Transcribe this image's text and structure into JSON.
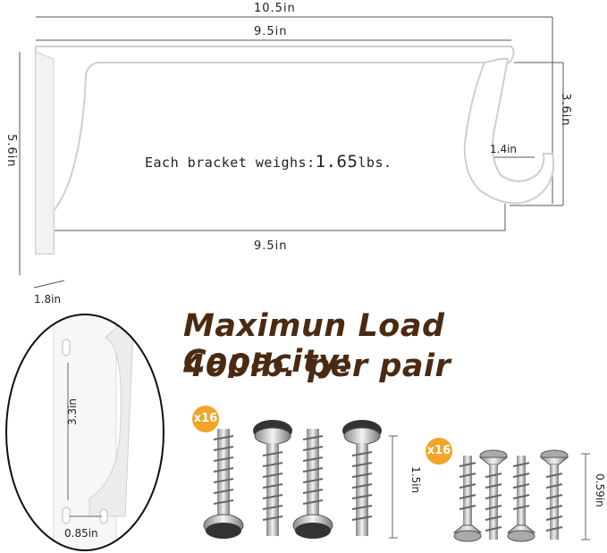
{
  "dimensions": {
    "overall_width": "10.5in",
    "top_arm": "9.5in",
    "bottom_arm": "9.5in",
    "height": "5.6in",
    "hook_drop": "3.6in",
    "hook_width": "1.4in",
    "depth": "1.8in",
    "slot_height": "3.3in",
    "slot_width": "0.85in"
  },
  "weight": {
    "prefix": "Each bracket weighs:",
    "value": "1.65",
    "unit": "lbs."
  },
  "load": {
    "line1": "Maximun Load Capacity:",
    "line2": "400lb. per pair"
  },
  "hardware": {
    "large_screws": {
      "count": "x16",
      "length": "1.5in"
    },
    "small_screws": {
      "count": "x16",
      "length": "0.59in"
    }
  },
  "colors": {
    "load_text": "#4a2a12",
    "badge": "#f0a62a"
  }
}
